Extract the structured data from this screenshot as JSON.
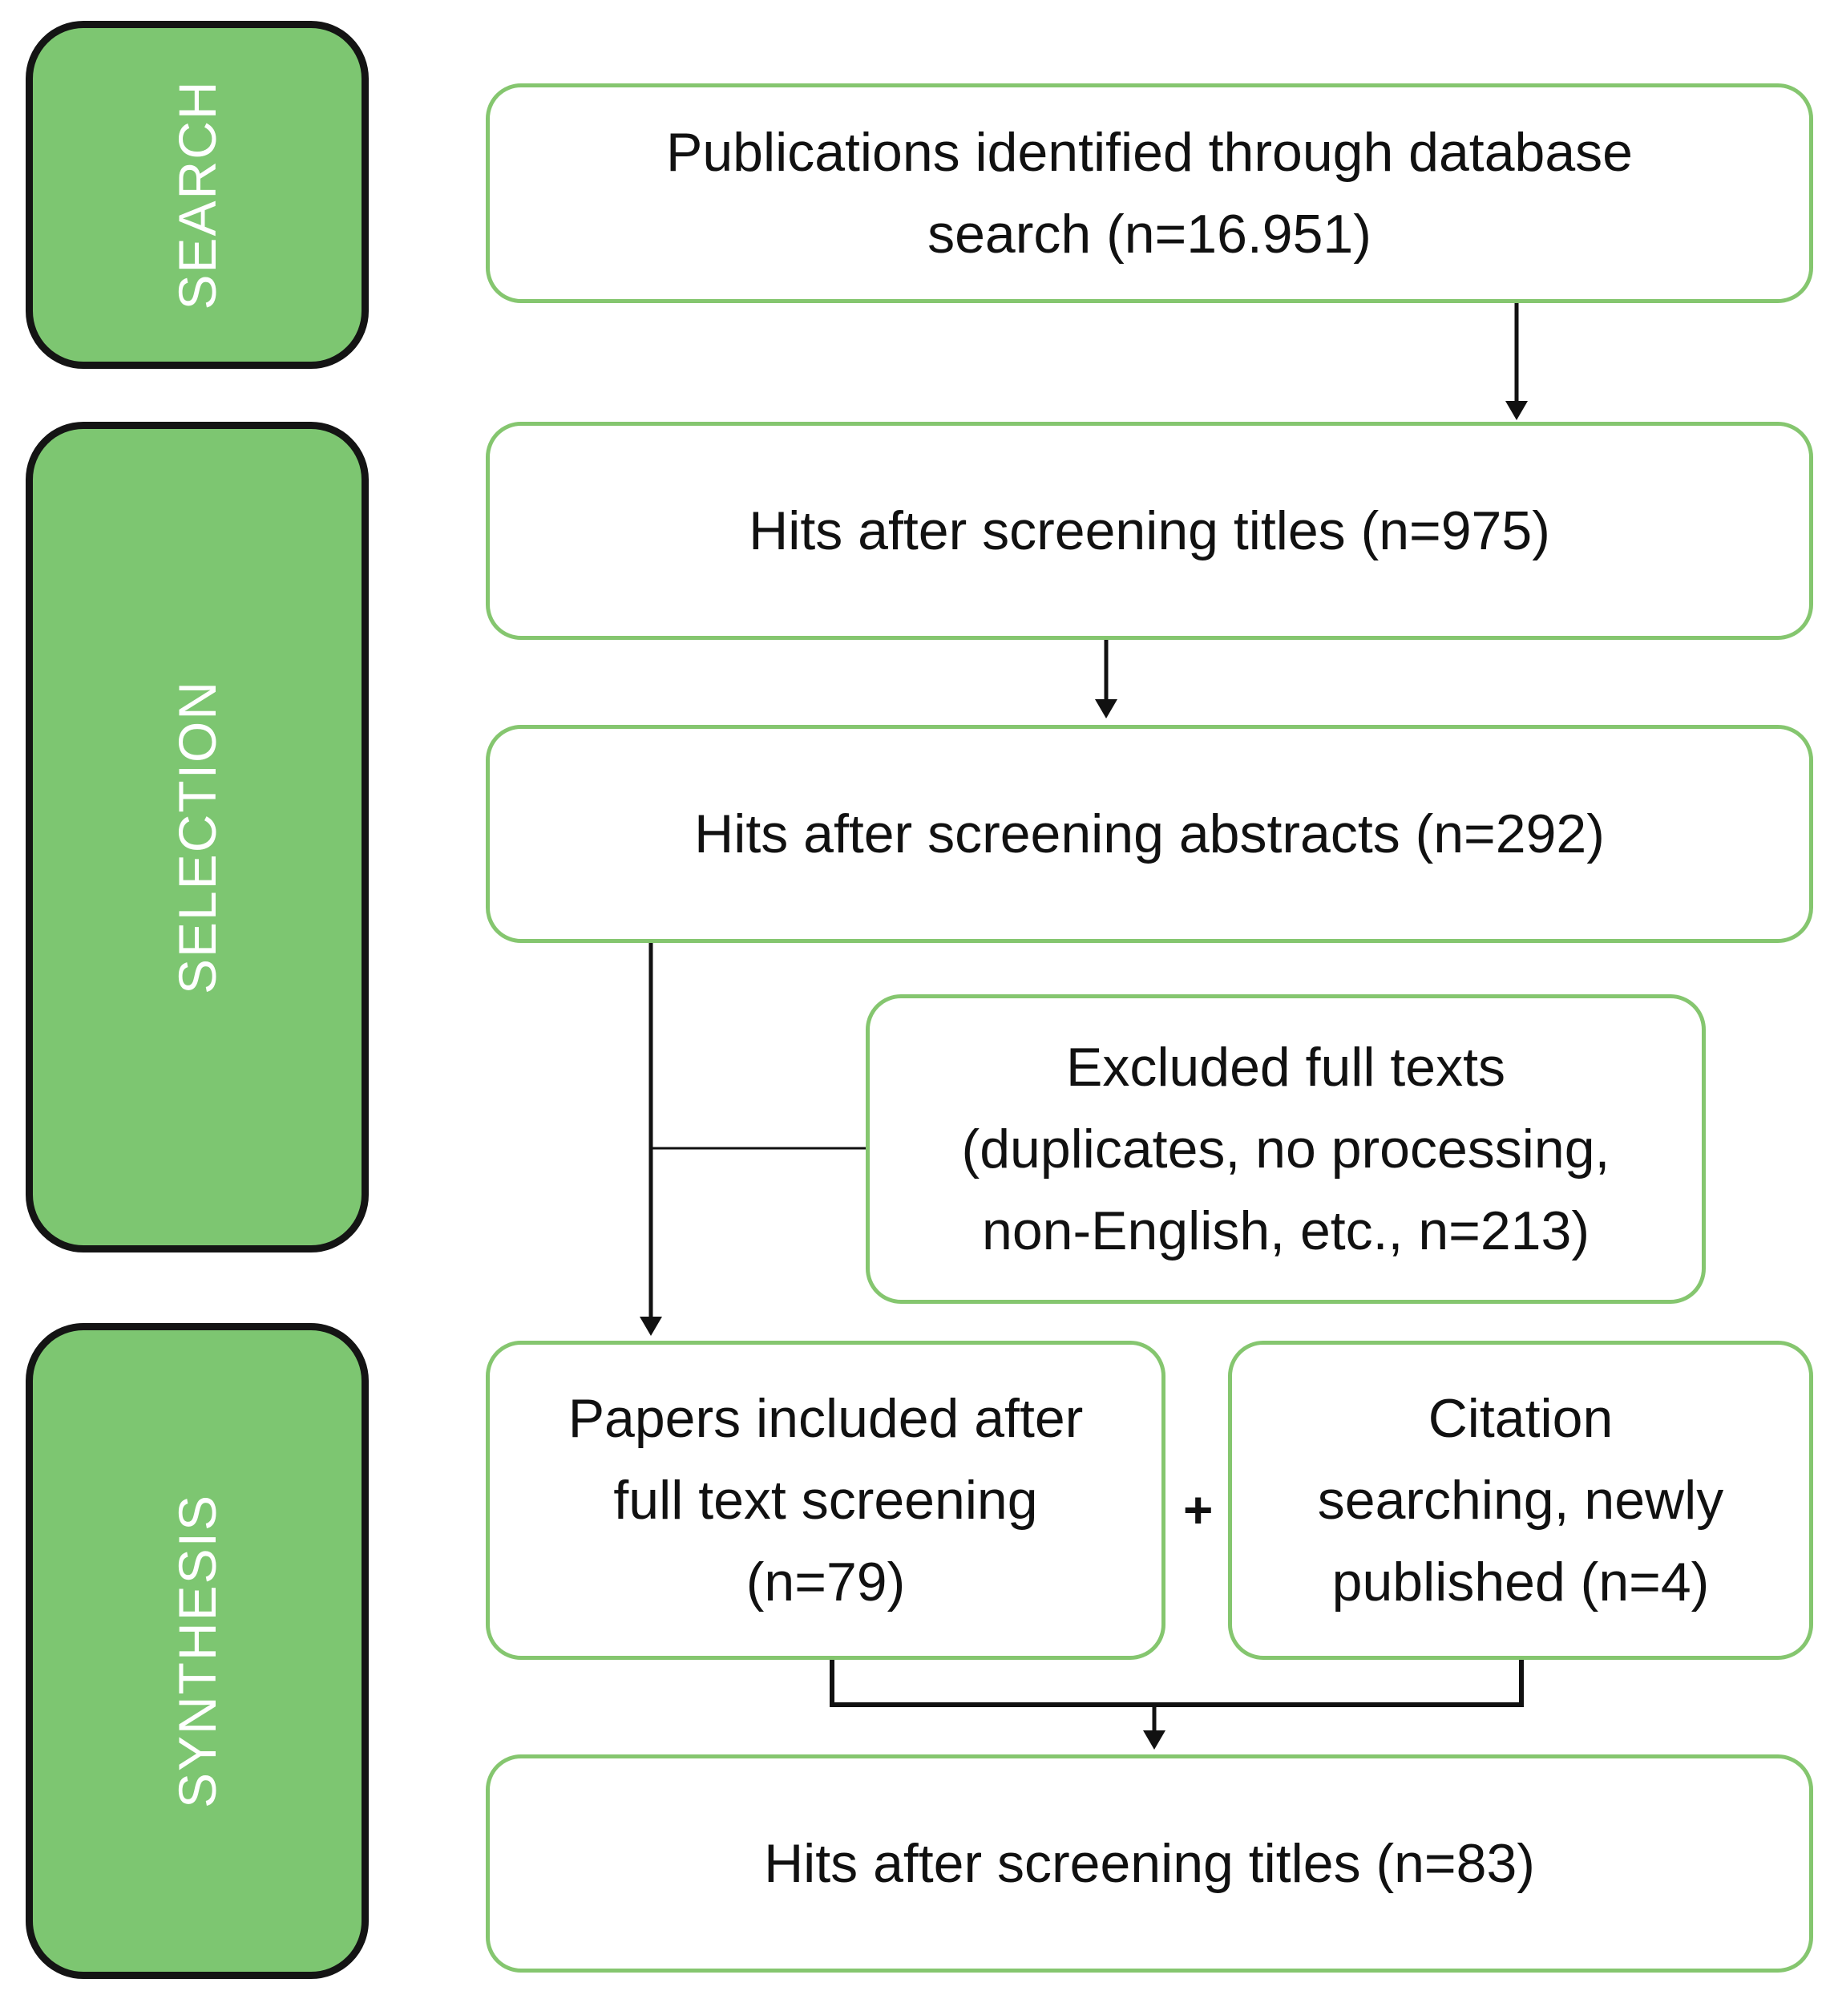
{
  "stages": {
    "search": "SEARCH",
    "selection": "SELECTION",
    "synthesis": "SYNTHESIS"
  },
  "boxes": {
    "identified": "Publications identified through database\nsearch (n=16.951)",
    "titles_screened": "Hits after screening titles (n=975)",
    "abstracts_screened": "Hits after screening abstracts (n=292)",
    "excluded": "Excluded full texts\n(duplicates, no processing,\nnon-English, etc., n=213)",
    "fulltext_included": "Papers included after\nfull text screening\n(n=79)",
    "citation_search": "Citation\nsearching, newly\npublished (n=4)",
    "final": "Hits after screening titles (n=83)"
  },
  "plus": "+",
  "colors": {
    "stage_fill": "#7dc671",
    "stage_border": "#141414",
    "box_border": "#85c66f",
    "arrow": "#111111"
  }
}
